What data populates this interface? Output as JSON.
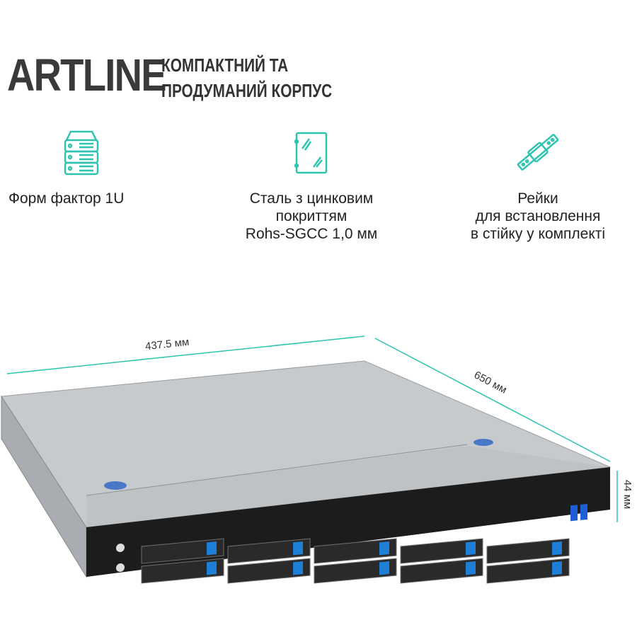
{
  "brand": {
    "logo": "ARTLINE",
    "tagline_line1": "КОМПАКТНИЙ ТА",
    "tagline_line2": "ПРОДУМАНИЙ КОРПУС"
  },
  "features": [
    {
      "icon": "server-stack-icon",
      "label": "Форм фактор 1U"
    },
    {
      "icon": "steel-panel-icon",
      "label": "Сталь з цинковим\nпокриттям\nRohs-SGCC 1,0 мм"
    },
    {
      "icon": "rack-rail-icon",
      "label": "Рейки\nдля встановлення\nв стійку у комплекті"
    }
  ],
  "dimensions": {
    "width": "437.5 мм",
    "depth": "650 мм",
    "height": "44 мм"
  },
  "colors": {
    "accent": "#2ec4b0",
    "drive_latch": "#1e7fd6",
    "chassis": "#c9ccd0",
    "front_panel": "#1c1c1c"
  }
}
